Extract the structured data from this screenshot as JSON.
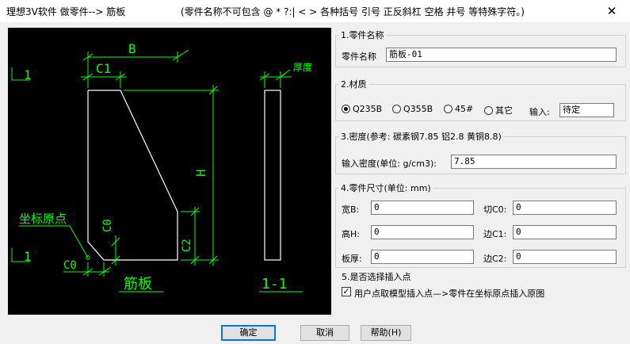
{
  "window": {
    "title": "理想3V软件 做零件--> 筋板",
    "hint": "(零件名称不可包含 @ * ?:| < > 各种括号 引号 正反斜杠 空格 井号 等特殊字符。)",
    "close_glyph": "✕"
  },
  "drawing": {
    "label_b": "B",
    "label_c1": "C1",
    "label_1_top": "1",
    "label_1_bottom": "1",
    "label_thickness": "厚度",
    "label_h": "H",
    "label_c0_vertical": "C0",
    "label_c2": "C2",
    "label_origin": "坐标原点",
    "label_c0_bottom": "C0",
    "label_part": "筋板",
    "label_section": "1-1",
    "line_color": "#ffffff",
    "dim_color": "#00ff00"
  },
  "section_name": {
    "legend": "1.零件名称",
    "label": "零件名称",
    "value": "筋板-01"
  },
  "section_material": {
    "legend": "2.材质",
    "options": [
      {
        "label": "Q235B",
        "selected": true
      },
      {
        "label": "Q355B",
        "selected": false
      },
      {
        "label": "45#",
        "selected": false
      },
      {
        "label": "其它",
        "selected": false
      }
    ],
    "input_label": "输入:",
    "input_value": "待定"
  },
  "section_density": {
    "legend": "3.密度(参考: 碳素钢7.85 铝2.8 黄铜8.8)",
    "label": "输入密度(单位: g/cm3):",
    "value": "7.85"
  },
  "section_size": {
    "legend": "4.零件尺寸(单位: mm)",
    "width_label": "宽B:",
    "width_value": "0",
    "cut_label": "切C0:",
    "cut_value": "0",
    "height_label": "高H:",
    "height_value": "0",
    "edge1_label": "边C1:",
    "edge1_value": "0",
    "thick_label": "板厚:",
    "thick_value": "0",
    "edge2_label": "边C2:",
    "edge2_value": "0"
  },
  "section_insert": {
    "legend": "5.是否选择插入点",
    "checkbox_label": "用户点取模型插入点—>零件在坐标原点插入原图",
    "checked": true,
    "check_glyph": "✓"
  },
  "buttons": {
    "ok": "确定",
    "cancel": "取消",
    "help": "帮助(H)"
  }
}
